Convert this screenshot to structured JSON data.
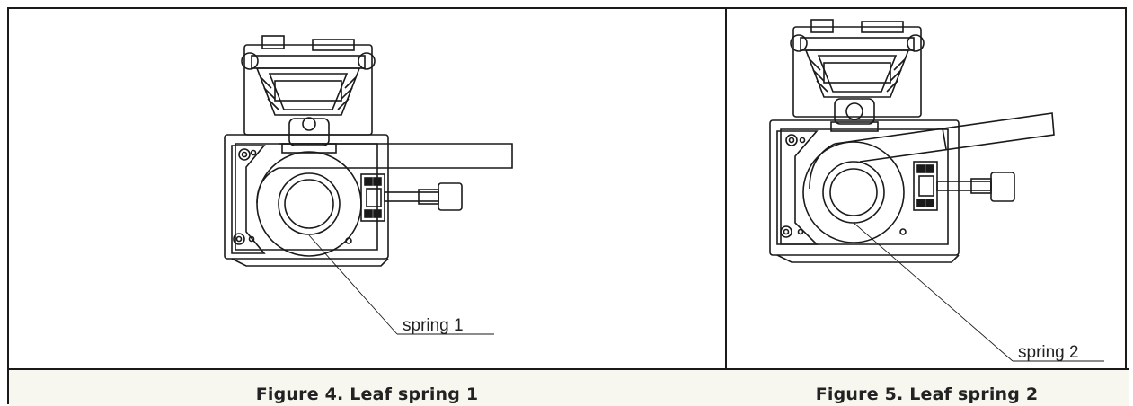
{
  "figures": [
    {
      "caption": "Figure 4. Leaf spring 1",
      "callout": "spring 1"
    },
    {
      "caption": "Figure 5. Leaf spring 2",
      "callout": "spring 2"
    }
  ]
}
